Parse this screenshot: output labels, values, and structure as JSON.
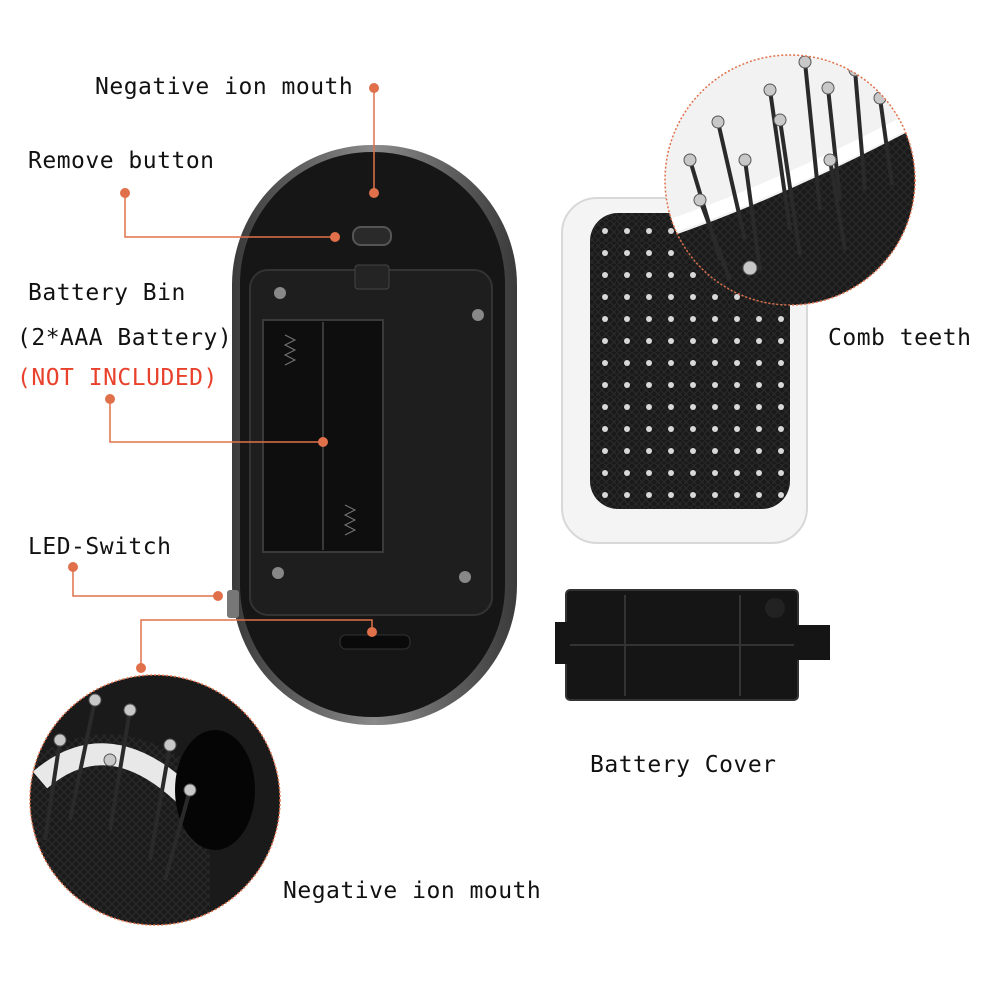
{
  "labels": {
    "ion_mouth_top": "Negative ion mouth",
    "remove_button": "Remove button",
    "battery_bin": "Battery Bin",
    "battery_spec": "(2*AAA Battery)",
    "not_included": "(NOT INCLUDED)",
    "led_switch": "LED-Switch",
    "comb_teeth": "Comb teeth",
    "battery_cover": "Battery Cover",
    "ion_mouth_bottom": "Negative ion mouth"
  },
  "colors": {
    "leader_line": "#e0704a",
    "warning_text": "#e8412c",
    "body_black": "#141414",
    "body_grey": "#5a5a5a",
    "comb_white": "#f4f4f4"
  }
}
